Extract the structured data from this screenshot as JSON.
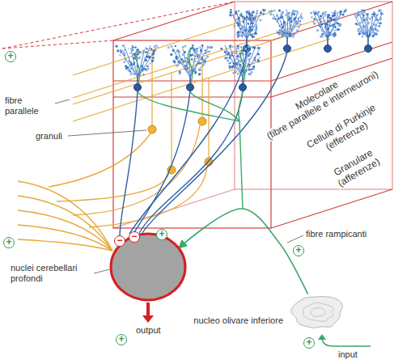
{
  "diagram": {
    "nodes": [
      {
        "text": [
          "nuclei cerebellari profondi"
        ]
      },
      {
        "text": [
          "nucleo olivare inferiore"
        ]
      }
    ],
    "edges": [
      {
        "from": 1,
        "to": 0,
        "arrow": "to"
      }
    ],
    "labels": [
      "Molecolare",
      "(fibre parallele e interneuroni)",
      "Cellule di Purkinje",
      "(efferenze)",
      "Granulare",
      "(afferenze)",
      "fibre parallele",
      "granuli",
      "fibre rampicanti",
      "output",
      "input",
      "+",
      "+",
      "+",
      "+",
      "+",
      "+",
      "−",
      "−"
    ]
  }
}
